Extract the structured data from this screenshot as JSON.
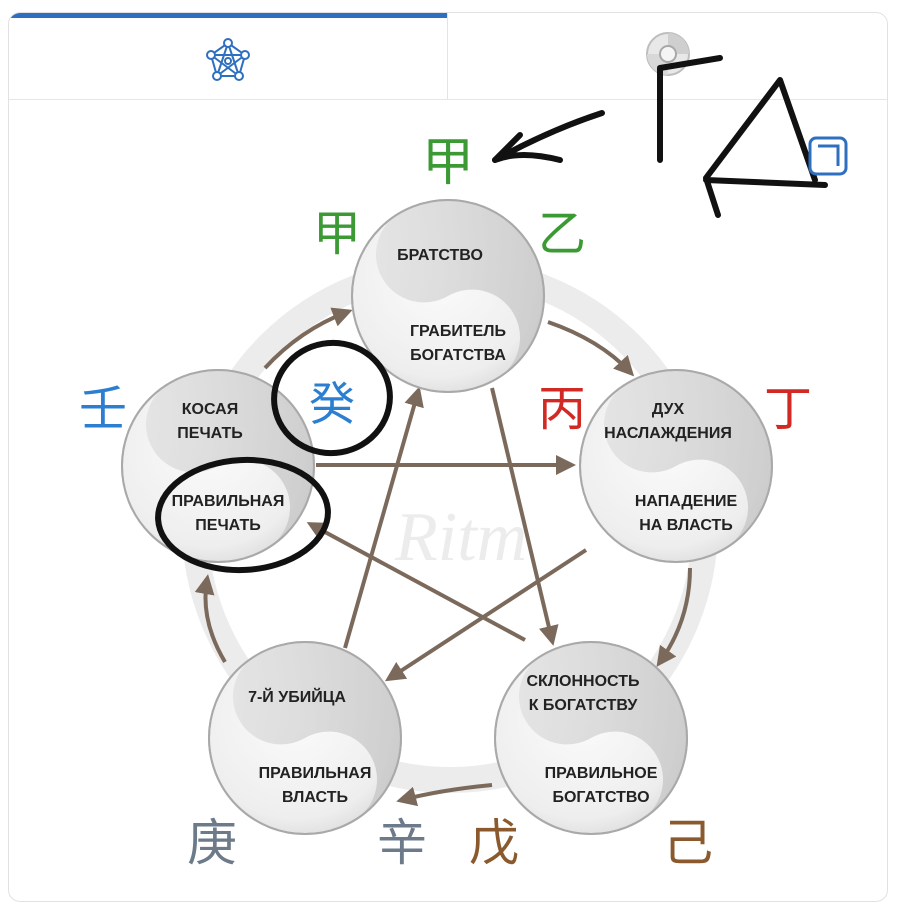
{
  "tabs": [
    {
      "icon": "network-pentagon-icon",
      "active": true
    },
    {
      "icon": "compass-wheel-icon",
      "active": false
    }
  ],
  "handwriting": {
    "text": "ГД",
    "color": "#111111"
  },
  "stems": [
    {
      "char": "甲",
      "color": "#3c9a35"
    },
    {
      "char": "甲",
      "color": "#3c9a35"
    },
    {
      "char": "乙",
      "color": "#3c9a35"
    },
    {
      "char": "丙",
      "color": "#d12a24"
    },
    {
      "char": "丁",
      "color": "#d12a24"
    },
    {
      "char": "壬",
      "color": "#2c7fd0"
    },
    {
      "char": "癸",
      "color": "#2c7fd0"
    },
    {
      "char": "庚",
      "color": "#6c7a89"
    },
    {
      "char": "辛",
      "color": "#6c7a89"
    },
    {
      "char": "戊",
      "color": "#8a5a2e"
    },
    {
      "char": "己",
      "color": "#8a5a2e"
    }
  ],
  "circles": [
    {
      "top": [
        "БРАТСТВО"
      ],
      "bottom": [
        "ГРАБИТЕЛЬ",
        "БОГАТСТВА"
      ]
    },
    {
      "top": [
        "ДУХ",
        "НАСЛАЖДЕНИЯ"
      ],
      "bottom": [
        "НАПАДЕНИЕ",
        "НА ВЛАСТЬ"
      ]
    },
    {
      "top": [
        "СКЛОННОСТЬ",
        "К БОГАТСТВУ"
      ],
      "bottom": [
        "ПРАВИЛЬНОЕ",
        "БОГАТСТВО"
      ]
    },
    {
      "top": [
        "7-Й УБИЙЦА"
      ],
      "bottom": [
        "ПРАВИЛЬНАЯ",
        "ВЛАСТЬ"
      ]
    },
    {
      "top": [
        "КОСАЯ",
        "ПЕЧАТЬ"
      ],
      "bottom": [
        "ПРАВИЛЬНАЯ",
        "ПЕЧАТЬ"
      ]
    }
  ],
  "colors": {
    "arrow": "#7b6a5c",
    "circle_fill": "#f2f2f2",
    "circle_shade": "#c9c9c9",
    "tab_accent": "#2f6fc0"
  }
}
